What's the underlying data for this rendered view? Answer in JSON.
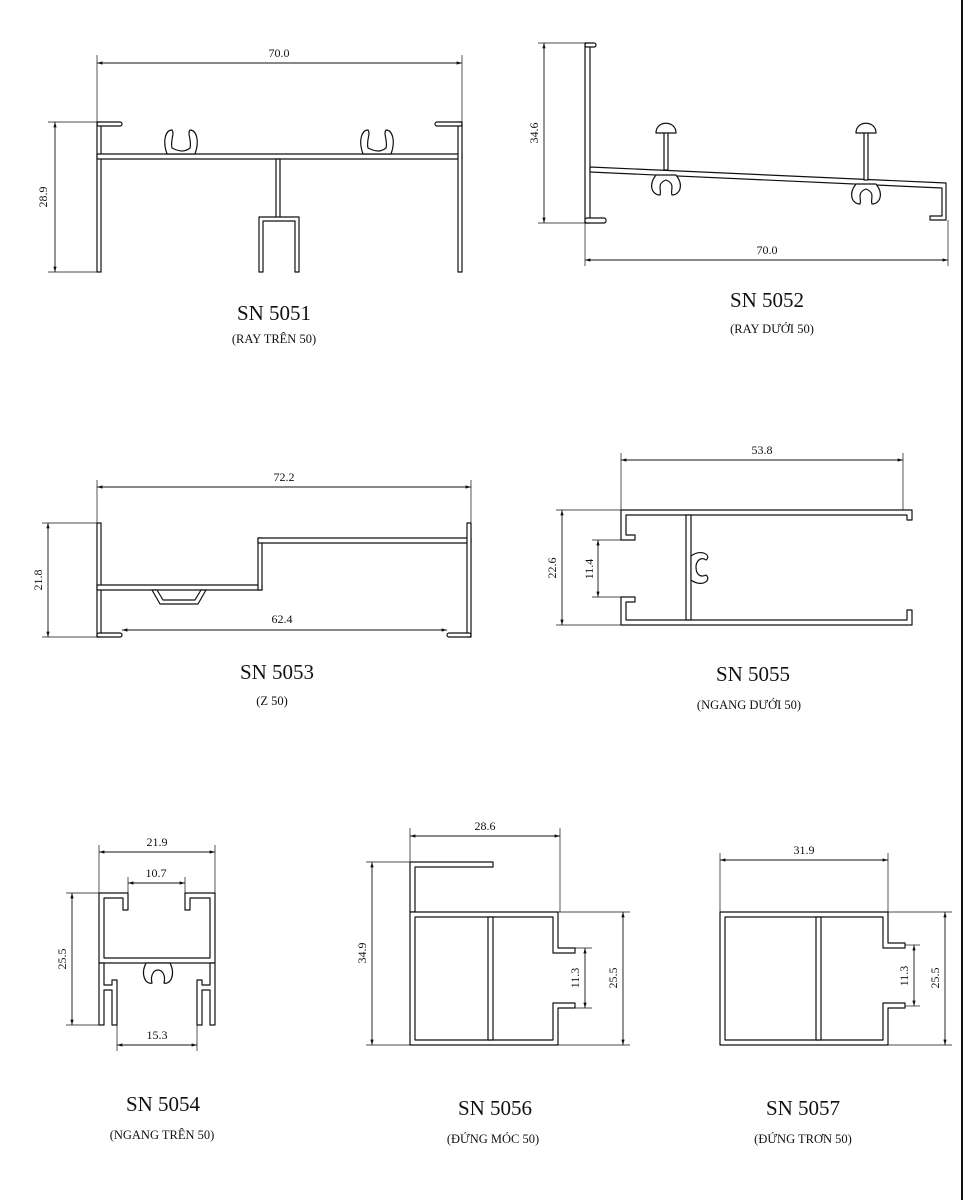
{
  "profiles": [
    {
      "code": "SN 5051",
      "name": "(RAY TRÊN 50)",
      "dims": [
        "70.0",
        "28.9"
      ]
    },
    {
      "code": "SN 5052",
      "name": "(RAY DƯỚI 50)",
      "dims": [
        "34.6",
        "70.0"
      ]
    },
    {
      "code": "SN 5053",
      "name": "(Z 50)",
      "dims": [
        "72.2",
        "21.8",
        "62.4"
      ]
    },
    {
      "code": "SN 5055",
      "name": "(NGANG DƯỚI 50)",
      "dims": [
        "53.8",
        "22.6",
        "11.4"
      ]
    },
    {
      "code": "SN 5054",
      "name": "(NGANG TRÊN 50)",
      "dims": [
        "21.9",
        "10.7",
        "25.5",
        "15.3"
      ]
    },
    {
      "code": "SN 5056",
      "name": "(ĐỨNG MÓC 50)",
      "dims": [
        "28.6",
        "34.9",
        "25.5",
        "11.3"
      ]
    },
    {
      "code": "SN 5057",
      "name": "(ĐỨNG TRƠN 50)",
      "dims": [
        "31.9",
        "25.5",
        "11.3"
      ]
    }
  ]
}
